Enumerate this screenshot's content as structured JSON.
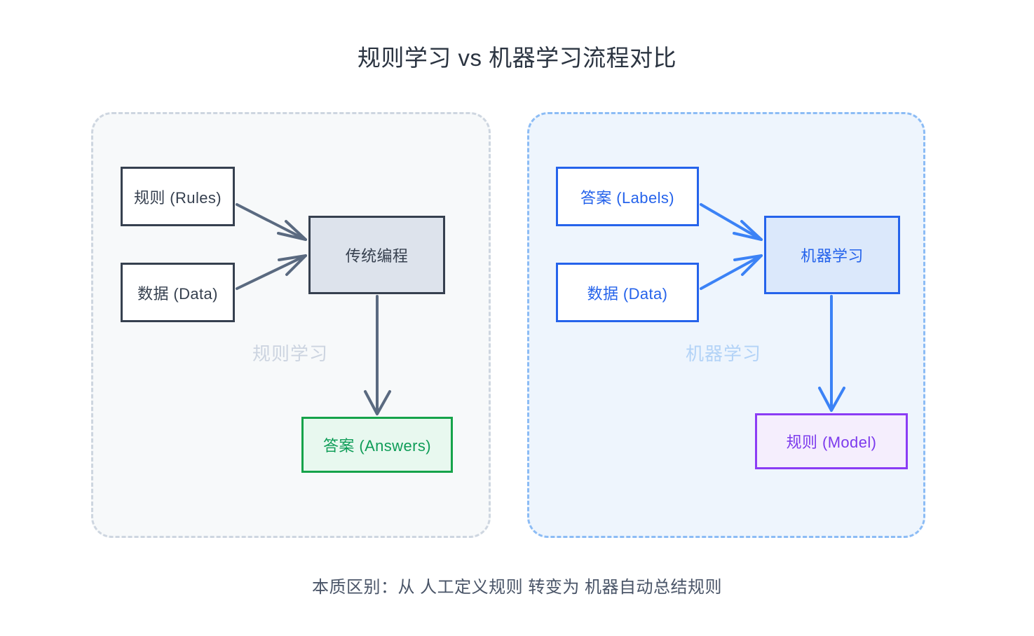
{
  "title": "规则学习 vs 机器学习流程对比",
  "caption": "本质区别：从 人工定义规则 转变为 机器自动总结规则",
  "colors": {
    "title_text": "#2b3441",
    "caption_text": "#4a5568",
    "left_panel_fill": "#f7f9fa",
    "left_panel_border": "#ced6e0",
    "right_panel_fill": "#eef5fd",
    "right_panel_border": "#8cbcf5",
    "dark_slate": "#36404f",
    "arrow_gray": "#5a6a80",
    "blue": "#2563eb",
    "green": "#16a34a",
    "purple": "#8b3cf5",
    "left_watermark": "#ccd4e0",
    "right_watermark": "#b3d3f7"
  },
  "panels": [
    {
      "id": "rule-learning",
      "watermark_label": "规则学习",
      "nodes": [
        {
          "id": "rules",
          "label": "规则 (Rules)"
        },
        {
          "id": "data-left",
          "label": "数据 (Data)"
        },
        {
          "id": "traditional-programming",
          "label": "传统编程"
        },
        {
          "id": "answers",
          "label": "答案 (Answers)"
        }
      ],
      "edges": [
        {
          "from": "rules",
          "to": "traditional-programming"
        },
        {
          "from": "data-left",
          "to": "traditional-programming"
        },
        {
          "from": "traditional-programming",
          "to": "answers"
        }
      ]
    },
    {
      "id": "machine-learning",
      "watermark_label": "机器学习",
      "nodes": [
        {
          "id": "labels",
          "label": "答案 (Labels)"
        },
        {
          "id": "data-right",
          "label": "数据 (Data)"
        },
        {
          "id": "machine-learning-box",
          "label": "机器学习"
        },
        {
          "id": "model",
          "label": "规则 (Model)"
        }
      ],
      "edges": [
        {
          "from": "labels",
          "to": "machine-learning-box"
        },
        {
          "from": "data-right",
          "to": "machine-learning-box"
        },
        {
          "from": "machine-learning-box",
          "to": "model"
        }
      ]
    }
  ]
}
